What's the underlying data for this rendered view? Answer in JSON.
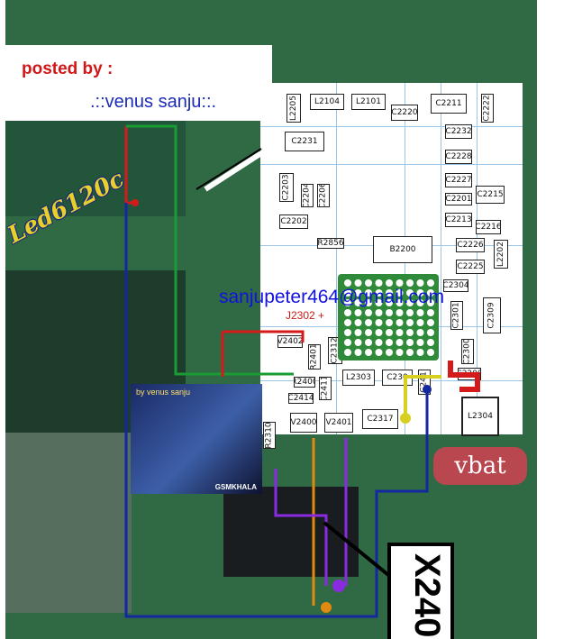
{
  "header": {
    "posted_by": "posted by :",
    "author": ".::venus sanju::."
  },
  "email": "sanjupeter464@gmail.com",
  "model_label": "Led6120c",
  "battery_label": "vbat",
  "connector_label": "X240",
  "ball_label": "J2302",
  "thumbnail": {
    "by_label": "by venus sanju",
    "credit": "GSMKHALA"
  },
  "components": {
    "l2205": "L2205",
    "l2104": "L2104",
    "l2101": "L2101",
    "c2220": "C2220",
    "c2211": "C2211",
    "c2222": "C2222",
    "c2231": "C2231",
    "c2232": "C2232",
    "c2228": "C2228",
    "c2203": "C2203",
    "c2204": "C2204",
    "c2206": "C2206",
    "c2227": "C2227",
    "c2201": "C2201",
    "c2215": "C2215",
    "c2202": "C2202",
    "c2213": "C2213",
    "c2216": "C2216",
    "r2856": "R2856",
    "b2200": "B2200",
    "c2226": "C2226",
    "l2202": "L2202",
    "c2225": "C2225",
    "c2304": "C2304",
    "c2301": "C2301",
    "c2309": "C2309",
    "v2402": "V2402",
    "r2401": "R2401",
    "c2312": "C2312",
    "c2300": "C2300",
    "l2303": "L2303",
    "c2302": "C230",
    "r2400": "R2400",
    "c2414": "C2414",
    "c2411": "C2411",
    "v2400": "V2400",
    "v2401": "V2401",
    "c2317": "C2317",
    "l2304": "L2304",
    "c2200": "C2200",
    "c2410": "C241",
    "r2310": "R2310"
  }
}
